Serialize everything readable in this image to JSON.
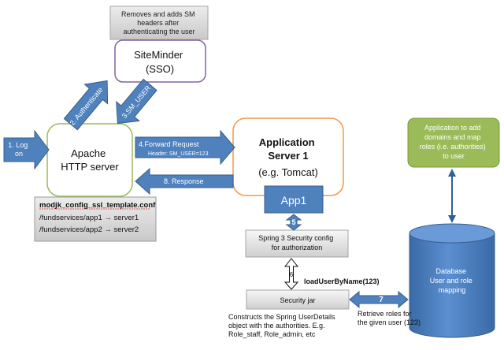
{
  "nodes": {
    "siteminder_note": [
      "Removes and adds SM",
      "headers after",
      "authenticating the user"
    ],
    "siteminder": [
      "SiteMinder",
      "(SSO)"
    ],
    "apache": [
      "Apache",
      "HTTP server"
    ],
    "app_server": [
      "Application",
      "Server 1",
      "(e.g. Tomcat)"
    ],
    "app1": "App1",
    "admin_app": [
      "Application to add",
      "domains and map",
      "roles (i.e. authorities)",
      "to user"
    ],
    "modjk": [
      "modjk_config_ssl_template.conf",
      "/fundservices/app1 → server1",
      "/fundservices/app2 → server2"
    ],
    "spring_security": [
      "Spring 3 Security config",
      "for authorization"
    ],
    "security_jar": "Security jar",
    "database": [
      "Database",
      "User and role",
      "mapping"
    ],
    "jar_note": [
      "Constructs the Spring UserDetails",
      "object with the authorities. E.g.",
      "Role_staff, Role_admin, etc"
    ]
  },
  "arrows": {
    "log_on": [
      "1. Log",
      "on"
    ],
    "authenticate": "2. Authenticate",
    "sm_user": "3.SM_USER",
    "forward_request": "4.Forward Request",
    "forward_header": "Header: SM_USER=123",
    "step5": "5",
    "step6": "6",
    "load_user": "loadUserByName(123)",
    "step7": "7",
    "retrieve_roles": [
      "Retrieve roles for",
      "the given user (123)"
    ],
    "response": "8. Response"
  },
  "colors": {
    "arrow_fill": "#4f81bd",
    "arrow_stroke": "#385d8a",
    "siteminder_border": "#8064a2",
    "apache_border": "#9bbb59",
    "app_server_border": "#f79646",
    "admin_app_fill": "#9bbb59",
    "note_fill": "#dcdcdc"
  }
}
